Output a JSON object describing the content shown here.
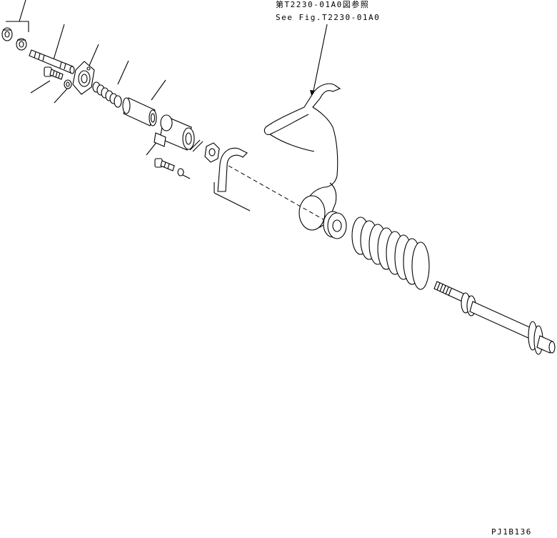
{
  "reference_note": {
    "line_jp": "第T2230-01A0図参照",
    "line_en": "See Fig.T2230-01A0"
  },
  "drawing_code": "PJ1B136"
}
